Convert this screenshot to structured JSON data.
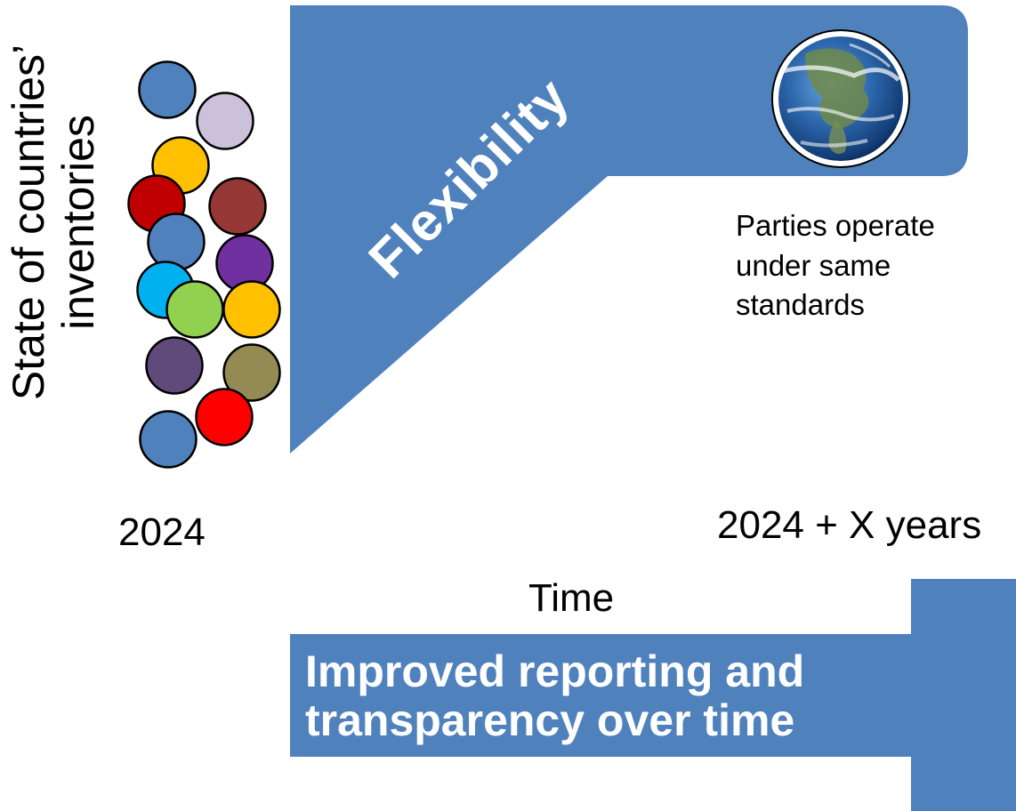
{
  "y_axis_label": {
    "line1": "State of countries’",
    "line2": "inventories"
  },
  "flexibility_label": "Flexibility",
  "start_year": "2024",
  "end_year": "2024 + X years",
  "parties_note": {
    "line1": "Parties operate",
    "line2": "under same",
    "line3": "standards"
  },
  "time_label": "Time",
  "improvement_label": {
    "line1": "Improved reporting and",
    "line2": "transparency over time"
  },
  "colors": {
    "shape_blue": "#4F81BD",
    "text_white": "#FFFFFF",
    "outline": "#000000"
  },
  "country_circles": [
    {
      "color": "#4F81BD"
    },
    {
      "color": "#CCC1DA"
    },
    {
      "color": "#FFC000"
    },
    {
      "color": "#C00000"
    },
    {
      "color": "#953735"
    },
    {
      "color": "#4F81BD"
    },
    {
      "color": "#7030A0"
    },
    {
      "color": "#00B0F0"
    },
    {
      "color": "#92D050"
    },
    {
      "color": "#FFC000"
    },
    {
      "color": "#604A7B"
    },
    {
      "color": "#948A54"
    },
    {
      "color": "#FF0000"
    },
    {
      "color": "#4F81BD"
    }
  ],
  "icons": {
    "globe": "earth-globe-icon"
  }
}
